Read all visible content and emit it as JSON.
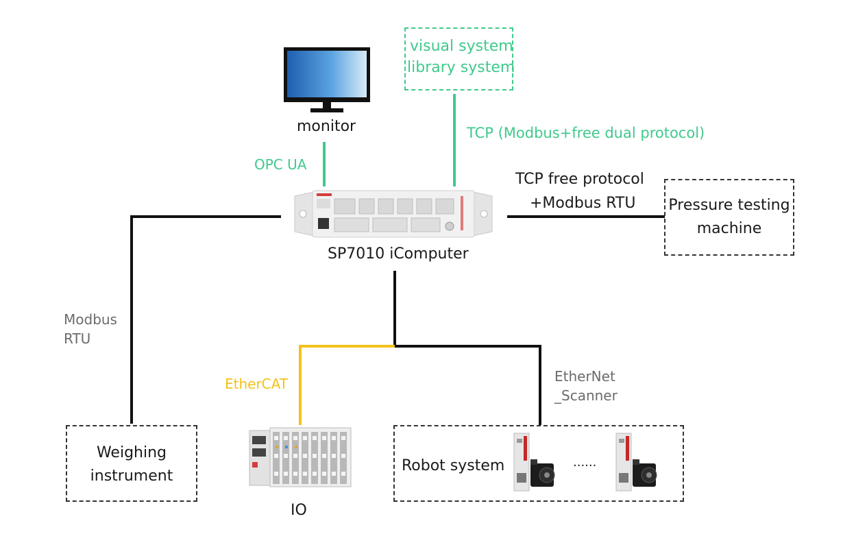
{
  "colors": {
    "wire_black": "#111111",
    "wire_green": "#3fc98c",
    "wire_yellow": "#f2c21b",
    "label_gray": "#6b6b6b"
  },
  "monitor": {
    "label": "monitor",
    "icon": "monitor-icon"
  },
  "upper_system": {
    "line1": "visual system",
    "line2": "library system"
  },
  "links": {
    "opc_ua": "OPC UA",
    "tcp_dual": "TCP (Modbus+free dual protocol)",
    "tcp_free_line1": "TCP free protocol",
    "tcp_free_line2": "+Modbus RTU",
    "modbus_line1": "Modbus",
    "modbus_line2": "RTU",
    "ethercat": "EtherCAT",
    "ethernet_line1": "EtherNet",
    "ethernet_line2": "_Scanner"
  },
  "controller": {
    "label": "SP7010 iComputer",
    "icon": "controller-icon"
  },
  "pressure": {
    "line1": "Pressure testing",
    "line2": "machine"
  },
  "weighing": {
    "line1": "Weighing",
    "line2": "instrument"
  },
  "io": {
    "label": "IO",
    "icon": "io-module-icon"
  },
  "robot": {
    "label": "Robot system",
    "ellipsis": "......",
    "icon": "servo-motor-icon"
  }
}
